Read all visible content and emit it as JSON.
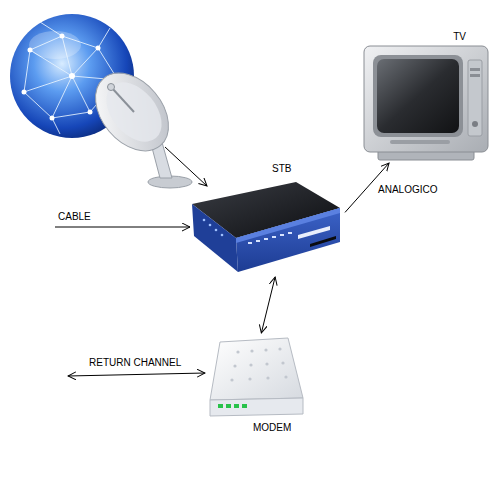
{
  "diagram": {
    "nodes": [
      {
        "text": [
          "TV"
        ]
      },
      {
        "text": [
          "STB"
        ]
      },
      {
        "text": [
          "MODEM"
        ]
      }
    ],
    "edges": [
      {
        "from": 1,
        "to": 0,
        "label": "ANALOGICO",
        "arrow": "to"
      },
      {
        "from": 1,
        "to": 2,
        "arrow": "both"
      }
    ],
    "labels": [
      "CABLE",
      "RETURN CHANNEL"
    ]
  }
}
